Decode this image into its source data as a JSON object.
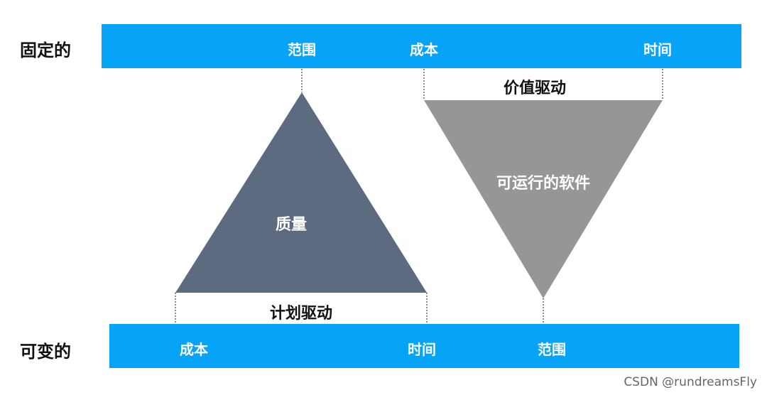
{
  "fixed": {
    "label": "固定的",
    "items": [
      "范围",
      "成本",
      "时间"
    ]
  },
  "variable": {
    "label": "可变的",
    "items": [
      "成本",
      "时间",
      "范围"
    ]
  },
  "plan_driven": {
    "label": "计划驱动",
    "shape_label": "质量"
  },
  "value_driven": {
    "label": "价值驱动",
    "shape_label": "可运行的软件"
  },
  "watermark": "CSDN @rundreamsFly",
  "colors": {
    "bar": "#06a3f7",
    "triangle_up": "#5c6b80",
    "triangle_down": "#969699"
  }
}
